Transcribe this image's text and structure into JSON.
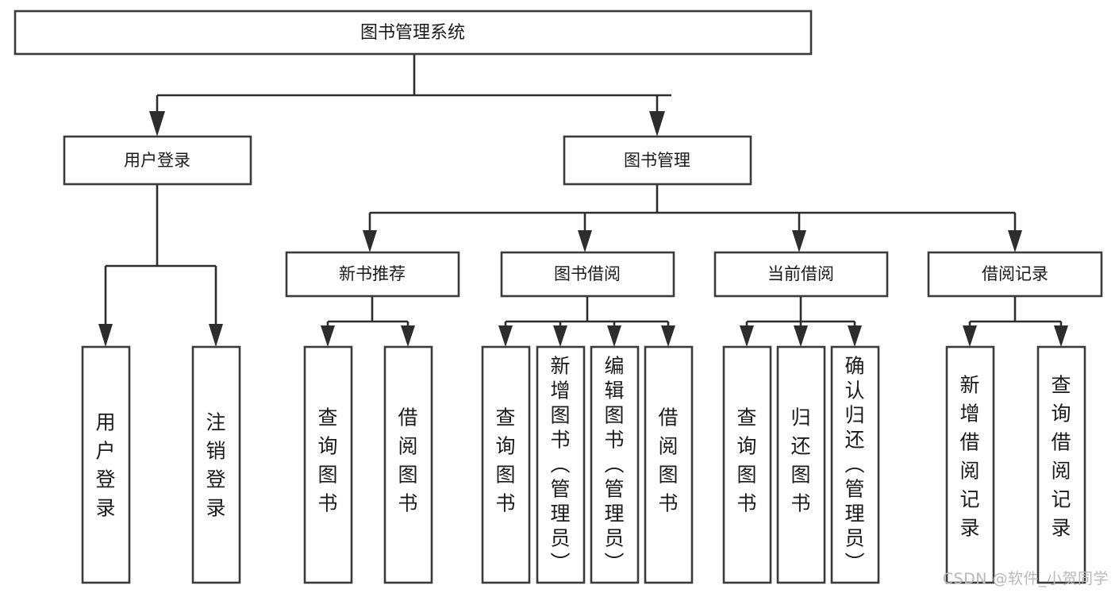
{
  "diagram": {
    "title": "图书管理系统",
    "type": "tree-hierarchy-diagram",
    "watermark": "CSDN @软件_小贺同学",
    "colors": {
      "box_stroke": "#3b3b3b",
      "box_fill": "#ffffff",
      "line": "#2d2d2d",
      "text": "#1a1a1a",
      "watermark": "#b9b9b9",
      "background": "#ffffff"
    },
    "levels": {
      "root": {
        "label": "图书管理系统"
      },
      "level2": [
        {
          "id": "user-login",
          "label": "用户登录"
        },
        {
          "id": "book-management",
          "label": "图书管理"
        }
      ],
      "level3": [
        {
          "id": "new-book-recommend",
          "label": "新书推荐"
        },
        {
          "id": "book-borrow",
          "label": "图书借阅"
        },
        {
          "id": "current-borrow",
          "label": "当前借阅"
        },
        {
          "id": "borrow-record",
          "label": "借阅记录"
        }
      ],
      "leaves": [
        {
          "id": "leaf-user-login",
          "label": "用户登录",
          "parent": "user-login"
        },
        {
          "id": "leaf-logout-login",
          "label": "注销登录",
          "parent": "user-login"
        },
        {
          "id": "leaf-query-book-1",
          "label": "查询图书",
          "parent": "new-book-recommend"
        },
        {
          "id": "leaf-borrow-book-1",
          "label": "借阅图书",
          "parent": "new-book-recommend"
        },
        {
          "id": "leaf-query-book-2",
          "label": "查询图书",
          "parent": "book-borrow"
        },
        {
          "id": "leaf-add-book",
          "label": "新增图书（管理员）",
          "parent": "book-borrow"
        },
        {
          "id": "leaf-edit-book",
          "label": "编辑图书（管理员）",
          "parent": "book-borrow"
        },
        {
          "id": "leaf-borrow-book-2",
          "label": "借阅图书",
          "parent": "book-borrow"
        },
        {
          "id": "leaf-query-book-3",
          "label": "查询图书",
          "parent": "current-borrow"
        },
        {
          "id": "leaf-return-book",
          "label": "归还图书",
          "parent": "current-borrow"
        },
        {
          "id": "leaf-confirm-return",
          "label": "确认归还（管理员）",
          "parent": "current-borrow"
        },
        {
          "id": "leaf-add-record",
          "label": "新增借阅记录",
          "parent": "borrow-record"
        },
        {
          "id": "leaf-query-record",
          "label": "查询借阅记录",
          "parent": "borrow-record"
        }
      ]
    }
  }
}
